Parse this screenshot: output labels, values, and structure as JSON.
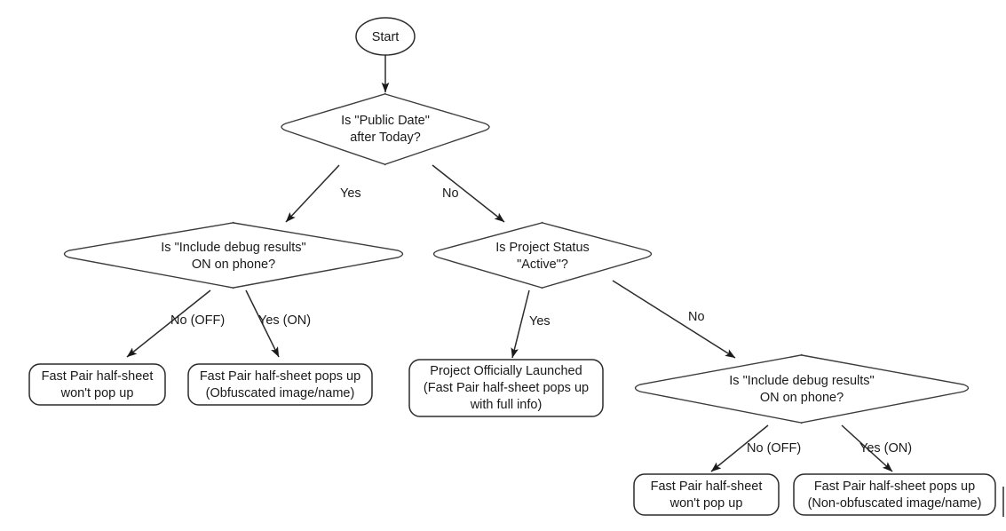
{
  "diagram": {
    "title": "Fast Pair half-sheet visibility decision flow",
    "stroke_color": "#2b2b2b",
    "shape_stroke_color": "#3c3c3c",
    "fill_color": "#ffffff",
    "text_color": "#1a1a1a",
    "background": "#ffffff"
  },
  "nodes": {
    "start": {
      "label": "Start",
      "shape": "ellipse"
    },
    "decision_public_date": {
      "shape": "diamond",
      "line1": "Is \"Public Date\"",
      "line2": "after Today?"
    },
    "decision_debug_left": {
      "shape": "diamond",
      "line1": "Is \"Include debug results\"",
      "line2": "ON on phone?"
    },
    "decision_project_status": {
      "shape": "diamond",
      "line1": "Is Project Status",
      "line2": "\"Active\"?"
    },
    "decision_debug_right": {
      "shape": "diamond",
      "line1": "Is \"Include debug results\"",
      "line2": "ON on phone?"
    },
    "terminal_left_no": {
      "shape": "rounded-rect",
      "line1": "Fast Pair half-sheet",
      "line2": "won't pop up"
    },
    "terminal_left_yes": {
      "shape": "rounded-rect",
      "line1": "Fast Pair half-sheet pops up",
      "line2": "(Obfuscated image/name)"
    },
    "terminal_launched": {
      "shape": "rounded-rect",
      "line1": "Project Officially Launched",
      "line2": "(Fast Pair half-sheet pops up",
      "line3": "with full info)"
    },
    "terminal_right_no": {
      "shape": "rounded-rect",
      "line1": "Fast Pair half-sheet",
      "line2": "won't pop up"
    },
    "terminal_right_yes": {
      "shape": "rounded-rect",
      "line1": "Fast Pair half-sheet pops up",
      "line2": "(Non-obfuscated image/name)"
    }
  },
  "edge_labels": {
    "public_date_yes": "Yes",
    "public_date_no": "No",
    "debug_left_no": "No (OFF)",
    "debug_left_yes": "Yes (ON)",
    "project_status_yes": "Yes",
    "project_status_no": "No",
    "debug_right_no": "No (OFF)",
    "debug_right_yes": "Yes (ON)"
  }
}
